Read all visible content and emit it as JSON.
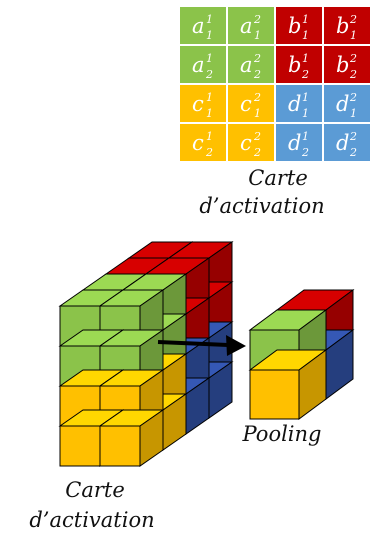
{
  "colors": {
    "green": "#8BC34A",
    "red": "#C00000",
    "yellow": "#FFC000",
    "blue": "#5B9BD5",
    "dark_blue": "#2F4FA2",
    "grid_line": "#ffffff",
    "arrow": "#000000"
  },
  "matrix": {
    "rows": [
      [
        {
          "base": "a",
          "sub": "1",
          "sup": "1",
          "color": "green"
        },
        {
          "base": "a",
          "sub": "1",
          "sup": "2",
          "color": "green"
        },
        {
          "base": "b",
          "sub": "1",
          "sup": "1",
          "color": "red"
        },
        {
          "base": "b",
          "sub": "1",
          "sup": "2",
          "color": "red"
        }
      ],
      [
        {
          "base": "a",
          "sub": "2",
          "sup": "1",
          "color": "green"
        },
        {
          "base": "a",
          "sub": "2",
          "sup": "2",
          "color": "green"
        },
        {
          "base": "b",
          "sub": "2",
          "sup": "1",
          "color": "red"
        },
        {
          "base": "b",
          "sub": "2",
          "sup": "2",
          "color": "red"
        }
      ],
      [
        {
          "base": "c",
          "sub": "1",
          "sup": "1",
          "color": "yellow"
        },
        {
          "base": "c",
          "sub": "1",
          "sup": "2",
          "color": "yellow"
        },
        {
          "base": "d",
          "sub": "1",
          "sup": "1",
          "color": "blue"
        },
        {
          "base": "d",
          "sub": "1",
          "sup": "2",
          "color": "blue"
        }
      ],
      [
        {
          "base": "c",
          "sub": "2",
          "sup": "1",
          "color": "yellow"
        },
        {
          "base": "c",
          "sub": "2",
          "sup": "2",
          "color": "yellow"
        },
        {
          "base": "d",
          "sub": "2",
          "sup": "1",
          "color": "blue"
        },
        {
          "base": "d",
          "sub": "2",
          "sup": "2",
          "color": "blue"
        }
      ]
    ]
  },
  "labels": {
    "top_line1": "Carte",
    "top_line2": "d’activation",
    "bottom_line1": "Carte",
    "bottom_line2": "d’activation",
    "pooling": "Pooling"
  }
}
